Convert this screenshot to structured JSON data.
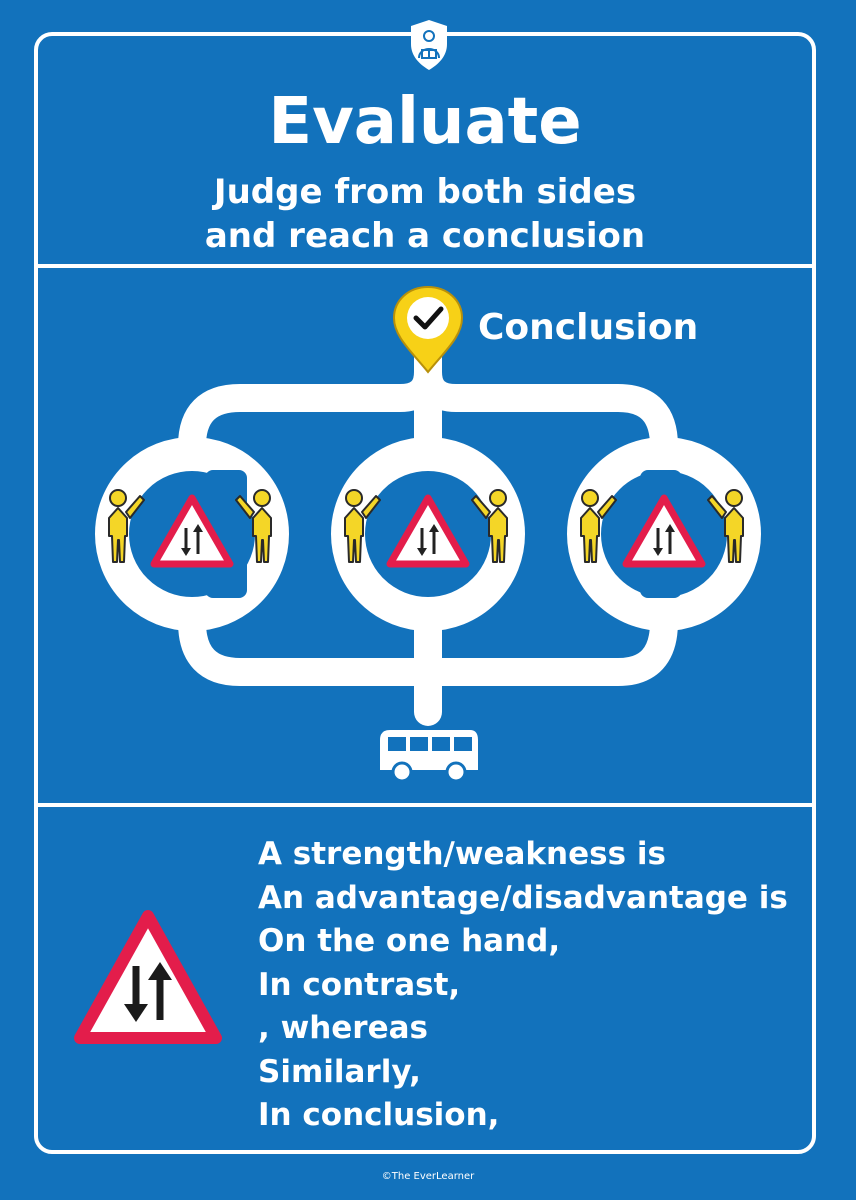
{
  "header": {
    "title": "Evaluate",
    "subtitle_line1": "Judge from both sides",
    "subtitle_line2": "and reach a conclusion"
  },
  "diagram": {
    "destination_label": "Conclusion",
    "icons": {
      "destination": "checkmark-map-pin-icon",
      "vehicle": "bus-icon",
      "sign": "two-way-traffic-warning-sign-icon",
      "people": "person-icon"
    }
  },
  "phrases": [
    "A strength/weakness is",
    "An advantage/disadvantage is",
    "On the one hand,",
    "In contrast,",
    ", whereas",
    "Similarly,",
    "In conclusion,"
  ],
  "footer": {
    "copyright": "©The EverLearner"
  },
  "colors": {
    "background": "#1272bc",
    "road": "#ffffff",
    "pin": "#f7d117",
    "warning_border": "#e31d4b",
    "person_fill": "#f4d627"
  }
}
